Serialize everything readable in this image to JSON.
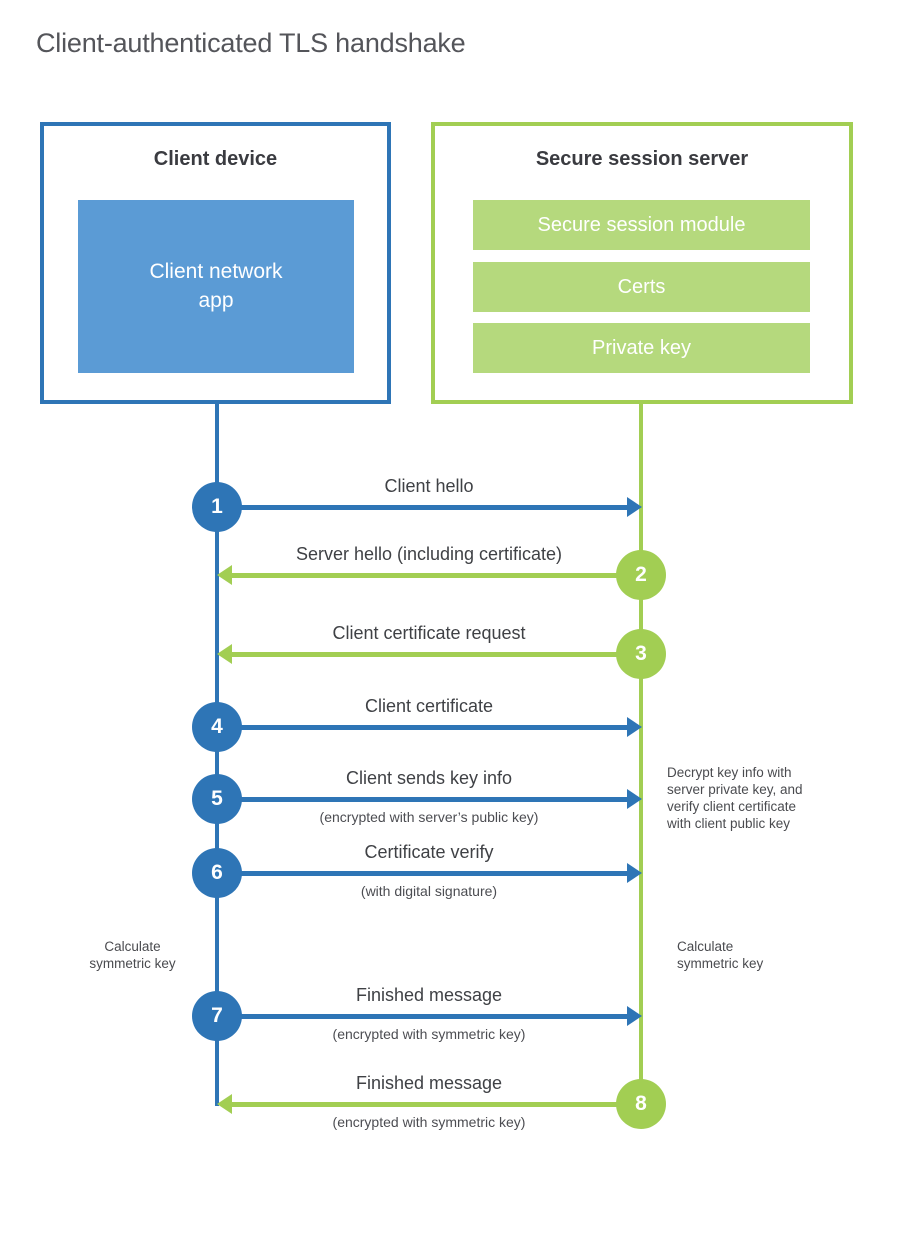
{
  "title": "Client-authenticated TLS handshake",
  "colors": {
    "blue": "#2e75b6",
    "blue_fill": "#5b9bd5",
    "green": "#a2ce53",
    "green_fill": "#b5d97d",
    "title_text": "#54555a",
    "label_text": "#3f4145"
  },
  "client": {
    "title": "Client device",
    "app_label": "Client network\napp"
  },
  "server": {
    "title": "Secure session server",
    "modules": [
      "Secure session module",
      "Certs",
      "Private key"
    ]
  },
  "steps": [
    {
      "number": "1",
      "label": "Client hello",
      "direction": "right"
    },
    {
      "number": "2",
      "label": "Server hello (including certificate)",
      "direction": "left"
    },
    {
      "number": "3",
      "label": "Client certificate request",
      "direction": "left"
    },
    {
      "number": "4",
      "label": "Client certificate",
      "direction": "right"
    },
    {
      "number": "5",
      "label": "Client sends key info",
      "sub": "(encrypted with server’s public key)",
      "direction": "right"
    },
    {
      "number": "6",
      "label": "Certificate verify",
      "sub": "(with digital signature)",
      "direction": "right"
    },
    {
      "number": "7",
      "label": "Finished message",
      "sub": "(encrypted with symmetric key)",
      "direction": "right"
    },
    {
      "number": "8",
      "label": "Finished message",
      "sub": "(encrypted with symmetric key)",
      "direction": "left"
    }
  ],
  "annotations": {
    "decrypt_note": "Decrypt key info with\nserver private key, and\nverify client certificate\nwith client public key",
    "calc_left": "Calculate\nsymmetric key",
    "calc_right": "Calculate\nsymmetric key"
  }
}
